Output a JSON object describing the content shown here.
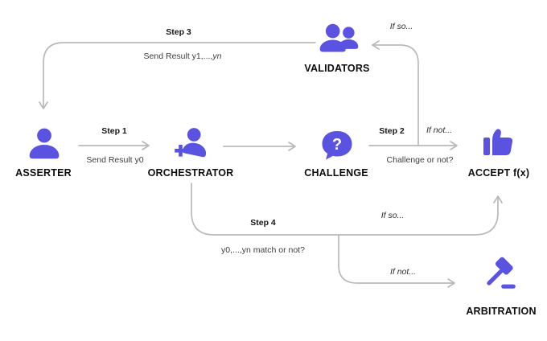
{
  "palette": {
    "background": "#ffffff",
    "accent": "#5a52e1",
    "line": "#b9b9b9",
    "text": "#161616",
    "subtext": "#3d3d3d"
  },
  "nodes": {
    "asserter": {
      "label": "ASSERTER"
    },
    "orchestrator": {
      "label": "ORCHESTRATOR"
    },
    "challenge": {
      "label": "CHALLENGE",
      "glyph": "?"
    },
    "validators": {
      "label": "VALIDATORS"
    },
    "accept": {
      "label": "ACCEPT f(x)"
    },
    "arbitration": {
      "label": "ARBITRATION"
    }
  },
  "edges": {
    "step1": {
      "label": "Step 1",
      "sublabel": "Send Result y0"
    },
    "step2": {
      "label": "Step 2",
      "sublabel": "Challenge or not?"
    },
    "step3": {
      "label": "Step 3",
      "sublabel_prefix": "Send Result y1,...,",
      "sublabel_italic": "yn"
    },
    "step4": {
      "label": "Step 4",
      "sublabel": "y0,...,yn match or not?"
    },
    "conditions": {
      "to_validators": "If so...",
      "to_accept": "If not...",
      "step4_to_accept": "If so...",
      "step4_to_arbitration": "If not..."
    }
  }
}
